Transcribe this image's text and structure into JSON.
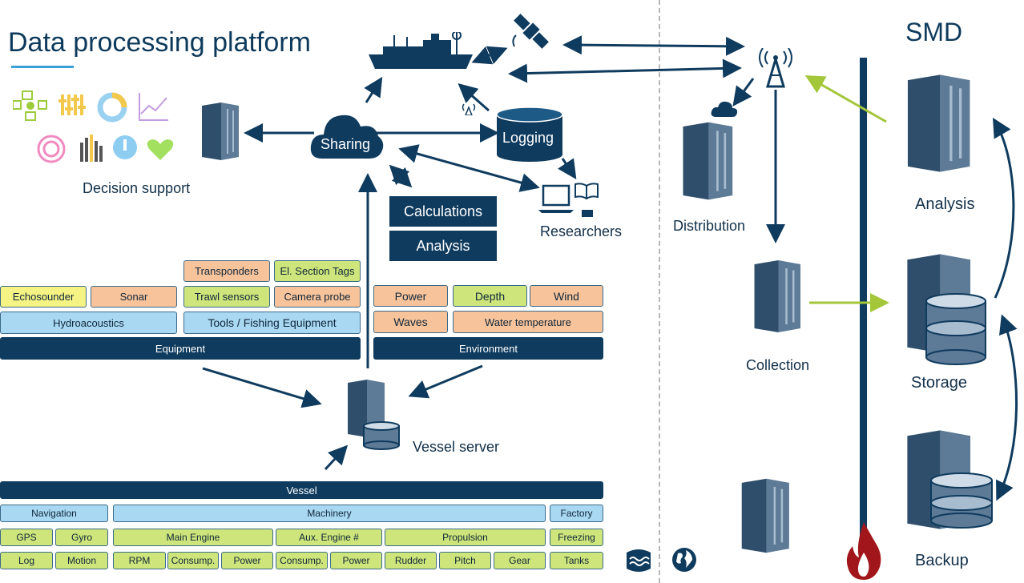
{
  "title": "Data processing platform",
  "smd_title": "SMD",
  "nodes": {
    "sharing": "Sharing",
    "logging": "Logging",
    "decision_support": "Decision support",
    "researchers": "Researchers",
    "vessel_server": "Vessel server",
    "distribution": "Distribution",
    "collection": "Collection",
    "analysis_smd": "Analysis",
    "storage": "Storage",
    "backup": "Backup"
  },
  "process_boxes": {
    "calculations": "Calculations",
    "analysis": "Analysis"
  },
  "equipment": {
    "header": "Equipment",
    "row_top": [
      "Transponders",
      "El. Section Tags"
    ],
    "row_mid": [
      "Echosounder",
      "Sonar",
      "Trawl sensors",
      "Camera probe"
    ],
    "row_low": [
      "Hydroacoustics",
      "Tools / Fishing Equipment"
    ]
  },
  "environment": {
    "header": "Environment",
    "row_mid": [
      "Power",
      "Depth",
      "Wind"
    ],
    "row_low": [
      "Waves",
      "Water temperature"
    ]
  },
  "vessel": {
    "header": "Vessel",
    "groups": [
      "Navigation",
      "Machinery",
      "Factory"
    ],
    "row2": [
      "GPS",
      "Gyro",
      "Main Engine",
      "Aux. Engine #",
      "Propulsion",
      "Freezing"
    ],
    "row3": [
      "Log",
      "Motion",
      "RPM",
      "Consump.",
      "Power",
      "Consump.",
      "Power",
      "Rudder",
      "Pitch",
      "Gear",
      "Tanks"
    ]
  },
  "icons": [
    "ship-icon",
    "satellite-icon",
    "antenna-tower-icon",
    "cloud-icon",
    "fire-icon",
    "water-icon",
    "globe-icon",
    "laptop-icon",
    "book-icon"
  ],
  "colors": {
    "navy": "#0f3b5e",
    "light_blue": "#a9d8f2",
    "green": "#cde57a",
    "peach": "#f7c39a",
    "yellow": "#f4f383",
    "lime_arrow": "#a4c639",
    "fire": "#a0161b"
  }
}
